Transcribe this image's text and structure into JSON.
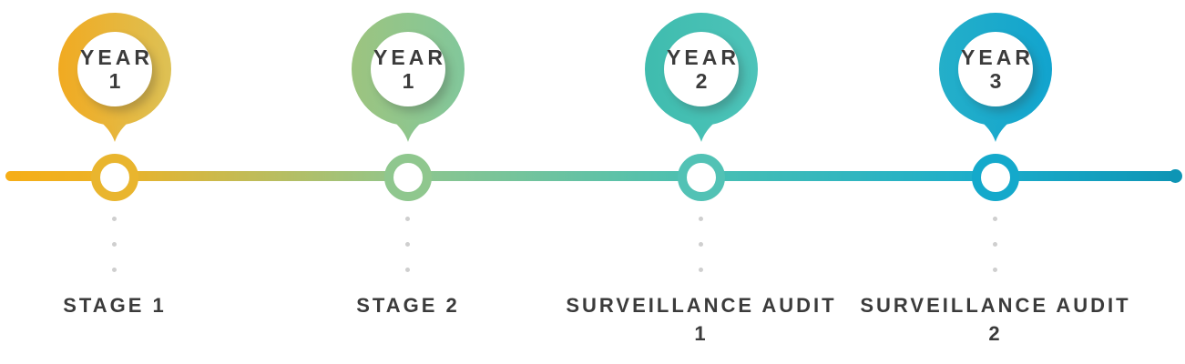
{
  "theme": {
    "background": "#FFFFFF",
    "text_color": "#3B3B3B",
    "dot_color": "#CFCFCF"
  },
  "timeline": {
    "line": {
      "gradient_css": "linear-gradient(90deg, #F6AE17 0%, #EAB32A 10%, #90C68D 34%, #4AC0B2 59%, #1BADCB 84%, #0E95B5 100%)",
      "end_dot_color": "#0E95B5"
    },
    "milestones": [
      {
        "year_word": "YEAR",
        "year_number": "1",
        "label": "STAGE 1",
        "pin_gradient": [
          "#F1AA21",
          "#DDC155"
        ],
        "ring_color": "#E9B52E"
      },
      {
        "year_word": "YEAR",
        "year_number": "1",
        "label": "STAGE 2",
        "pin_gradient": [
          "#9DC47F",
          "#82C79B"
        ],
        "ring_color": "#8FC78E"
      },
      {
        "year_word": "YEAR",
        "year_number": "2",
        "label": "SURVEILLANCE AUDIT 1",
        "pin_gradient": [
          "#3FBCAE",
          "#4DC3B9"
        ],
        "ring_color": "#52C2B5"
      },
      {
        "year_word": "YEAR",
        "year_number": "3",
        "label": "SURVEILLANCE AUDIT 2",
        "pin_gradient": [
          "#24AFC9",
          "#12A4CE"
        ],
        "ring_color": "#14A9CB"
      }
    ]
  }
}
